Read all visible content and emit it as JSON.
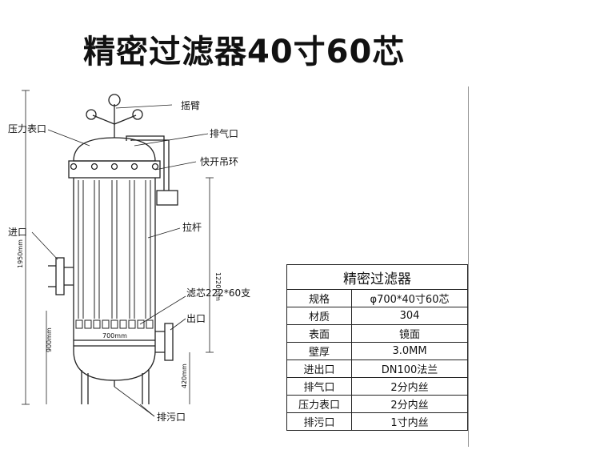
{
  "title": "精密过滤器40寸60芯",
  "labels": {
    "rocker_arm": "摇臂",
    "pressure_gauge_port": "压力表口",
    "vent_port": "排气口",
    "quick_lift_ring": "快开吊环",
    "inlet": "进口",
    "tie_rod": "拉杆",
    "filter_element": "滤芯222*60支",
    "outlet": "出口",
    "drain_port": "排污口"
  },
  "dimensions": {
    "total_height": "1950mm",
    "cartridge_length": "1220mm",
    "diameter": "700mm",
    "outlet_height": "900mm",
    "drain_height": "420mm"
  },
  "spec_table": {
    "header": "精密过滤器",
    "rows": [
      {
        "key": "规格",
        "value": "φ700*40寸60芯"
      },
      {
        "key": "材质",
        "value": "304"
      },
      {
        "key": "表面",
        "value": "镜面"
      },
      {
        "key": "壁厚",
        "value": "3.0MM"
      },
      {
        "key": "进出口",
        "value": "DN100法兰"
      },
      {
        "key": "排气口",
        "value": "2分内丝"
      },
      {
        "key": "压力表口",
        "value": "2分内丝"
      },
      {
        "key": "排污口",
        "value": "1寸内丝"
      }
    ]
  }
}
